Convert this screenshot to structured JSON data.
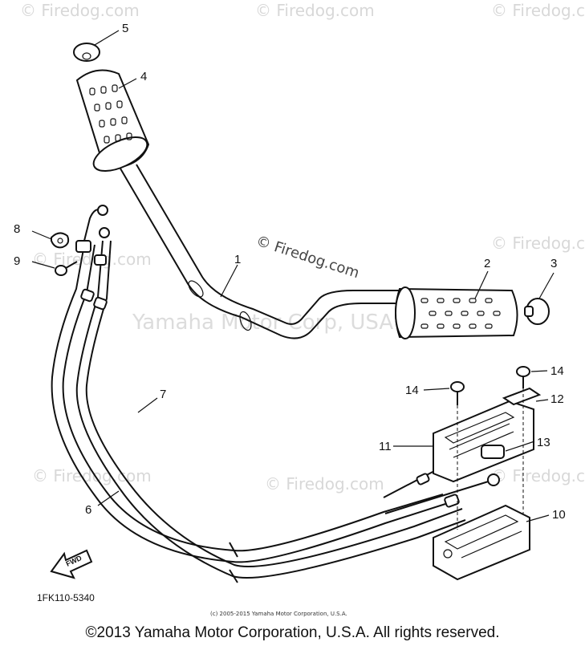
{
  "watermark": {
    "site": "Firedog.com",
    "center_text": "Yamaha Motor Corp, USA",
    "site_dup": "© Firedog.com"
  },
  "callouts": [
    "1",
    "2",
    "3",
    "4",
    "5",
    "6",
    "7",
    "8",
    "9",
    "10",
    "11",
    "12",
    "13",
    "14",
    "14"
  ],
  "figure_code": "1FK110-5340",
  "fwd_label": "FWD",
  "inner_copyright": "(c) 2005-2015 Yamaha Motor Corporation, U.S.A.",
  "footer_copyright": "©2013 Yamaha Motor Corporation, U.S.A. All rights reserved."
}
